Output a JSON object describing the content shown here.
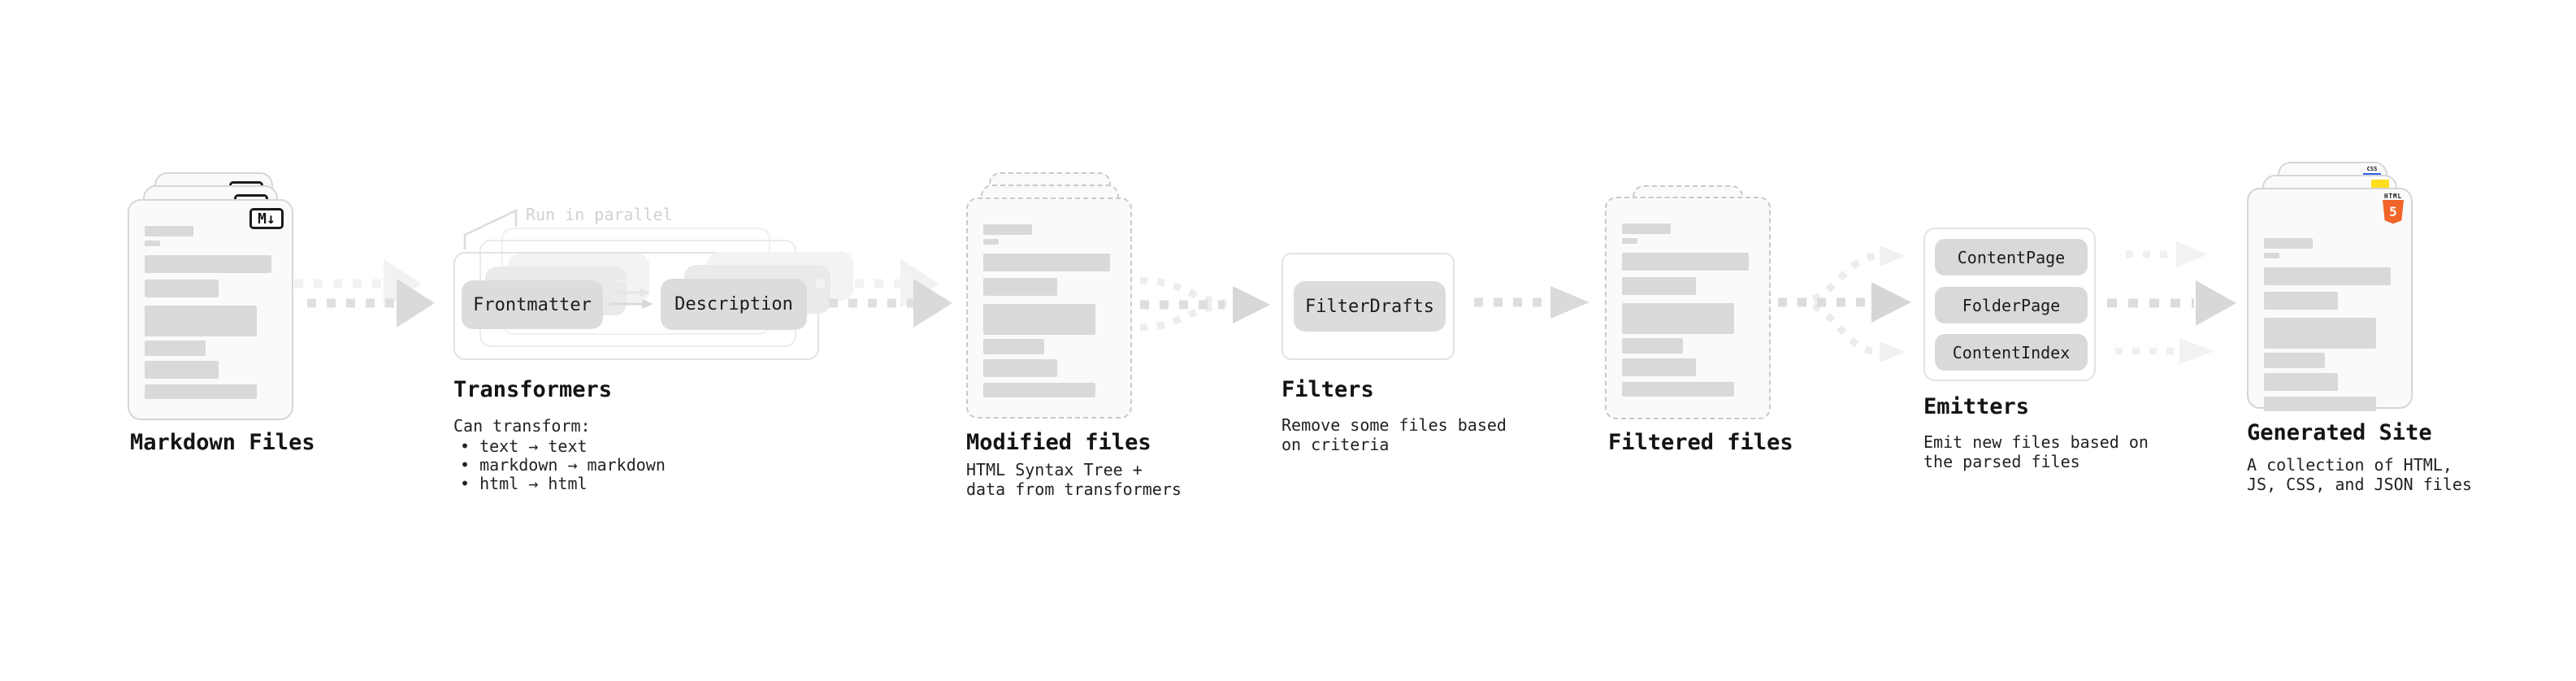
{
  "nodes": {
    "markdown_files": {
      "label": "Markdown Files",
      "badge": "M↓"
    },
    "transformers": {
      "label": "Transformers",
      "annotation": "Run in parallel",
      "pill_frontmatter": "Frontmatter",
      "pill_description": "Description",
      "desc_title": "Can transform:",
      "bullets": [
        "• text → text",
        "• markdown → markdown",
        "• html → html"
      ]
    },
    "modified_files": {
      "label": "Modified files",
      "desc": "HTML Syntax Tree +\ndata from transformers"
    },
    "filters": {
      "label": "Filters",
      "pill": "FilterDrafts",
      "desc": "Remove some files based\non criteria"
    },
    "filtered_files": {
      "label": "Filtered files"
    },
    "emitters": {
      "label": "Emitters",
      "pills": [
        "ContentPage",
        "FolderPage",
        "ContentIndex"
      ],
      "desc": "Emit new files based on\nthe parsed files"
    },
    "generated_site": {
      "label": "Generated Site",
      "desc": "A collection of HTML,\nJS, CSS, and JSON files",
      "badge_css": "CSS",
      "badge_html_top": "HTML",
      "badge_html_num": "5"
    }
  },
  "colors": {
    "css_badge_blue": "#2d63ea",
    "js_badge_yellow": "#ffdf1c",
    "html5_orange": "#f16529",
    "placeholder_gray": "#d9d9d9",
    "pill_gray": "#dcdcdc",
    "arrow_gray": "#d9d9d9"
  }
}
